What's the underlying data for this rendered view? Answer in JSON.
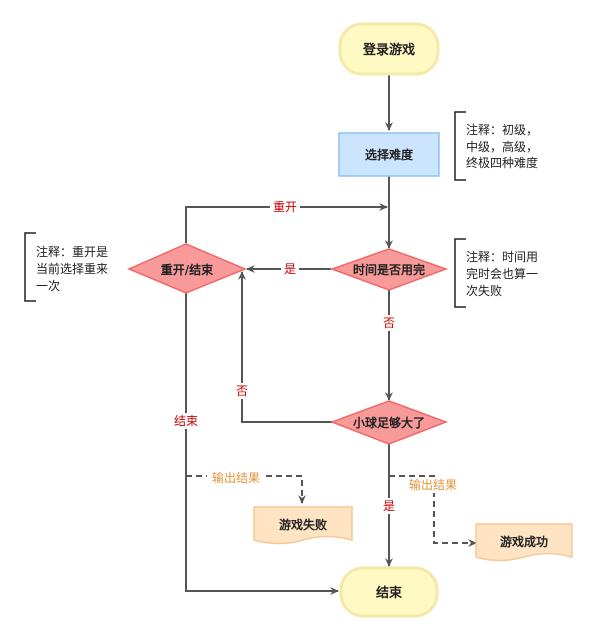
{
  "nodes": {
    "start": "登录游戏",
    "select": "选择难度",
    "time_up": "时间是否用完",
    "ball_big": "小球足够大了",
    "restart_end": "重开/结束",
    "fail": "游戏失败",
    "success": "游戏成功",
    "end": "结束"
  },
  "edges": {
    "restart": "重开",
    "yes_time": "是",
    "no_time": "否",
    "no_ball": "否",
    "yes_ball": "是",
    "end_label": "结束",
    "output_fail": "输出结果",
    "output_success": "输出结果"
  },
  "notes": {
    "difficulty": [
      "注释：初级，",
      "中级，高级，",
      "终极四种难度"
    ],
    "time": [
      "注释：时间用",
      "完时会也算一",
      "次失败"
    ],
    "restart": [
      "注释：重开是",
      "当前选择重来",
      "一次"
    ]
  },
  "colors": {
    "start_fill": "#fff9c4",
    "start_stroke": "#f5e9a8",
    "process_fill": "#cce5ff",
    "process_stroke": "#8fc3f0",
    "decision_fill": "#f89a9a",
    "decision_stroke": "#f06868",
    "doc_fill": "#ffe4c4",
    "doc_stroke": "#f5c896",
    "edge_label_red": "#cc0000",
    "edge_label_orange": "#e0963c",
    "line": "#555555"
  }
}
